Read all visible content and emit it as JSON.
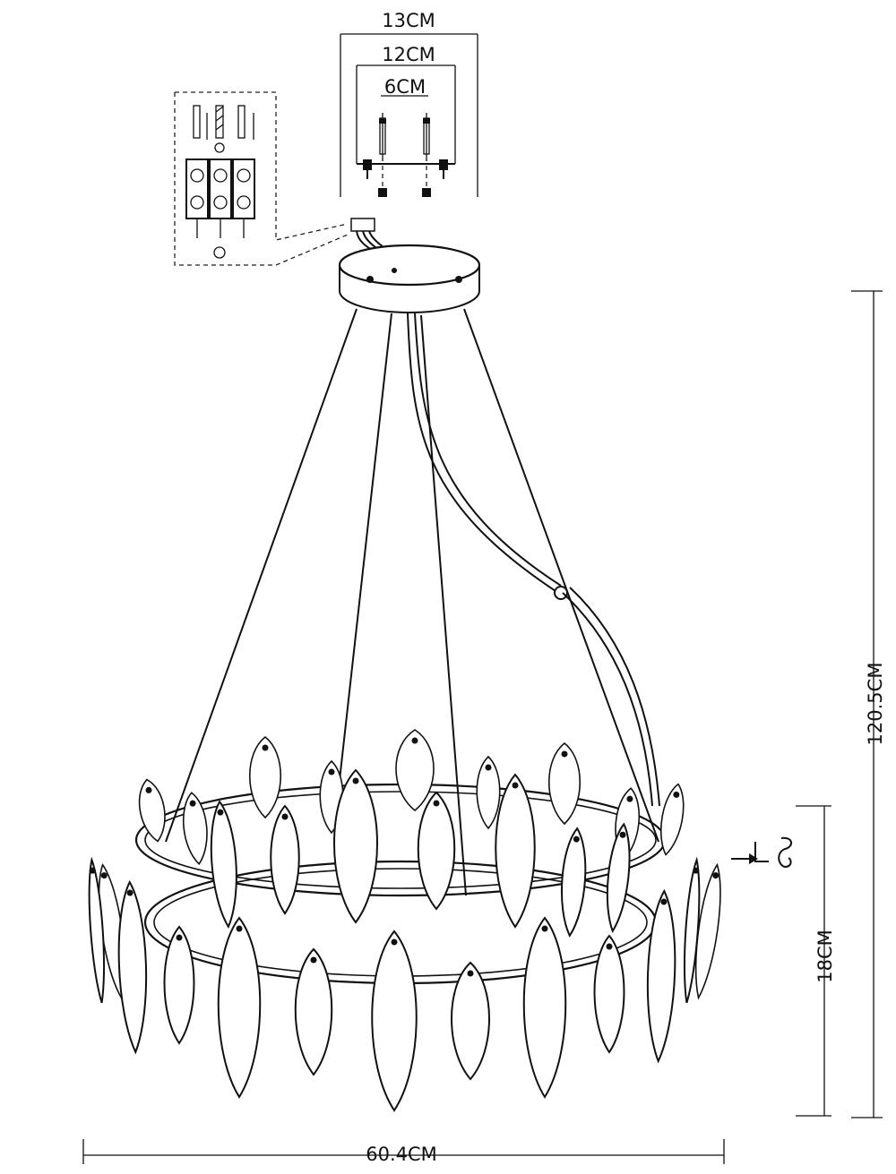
{
  "dimensions": {
    "canopy_outer": "13CM",
    "canopy_inner": "12CM",
    "mount_spacing": "6CM",
    "total_height": "120.5CM",
    "body_height": "18CM",
    "diameter": "60.4CM"
  },
  "colors": {
    "line": "#111111",
    "background": "#ffffff"
  }
}
